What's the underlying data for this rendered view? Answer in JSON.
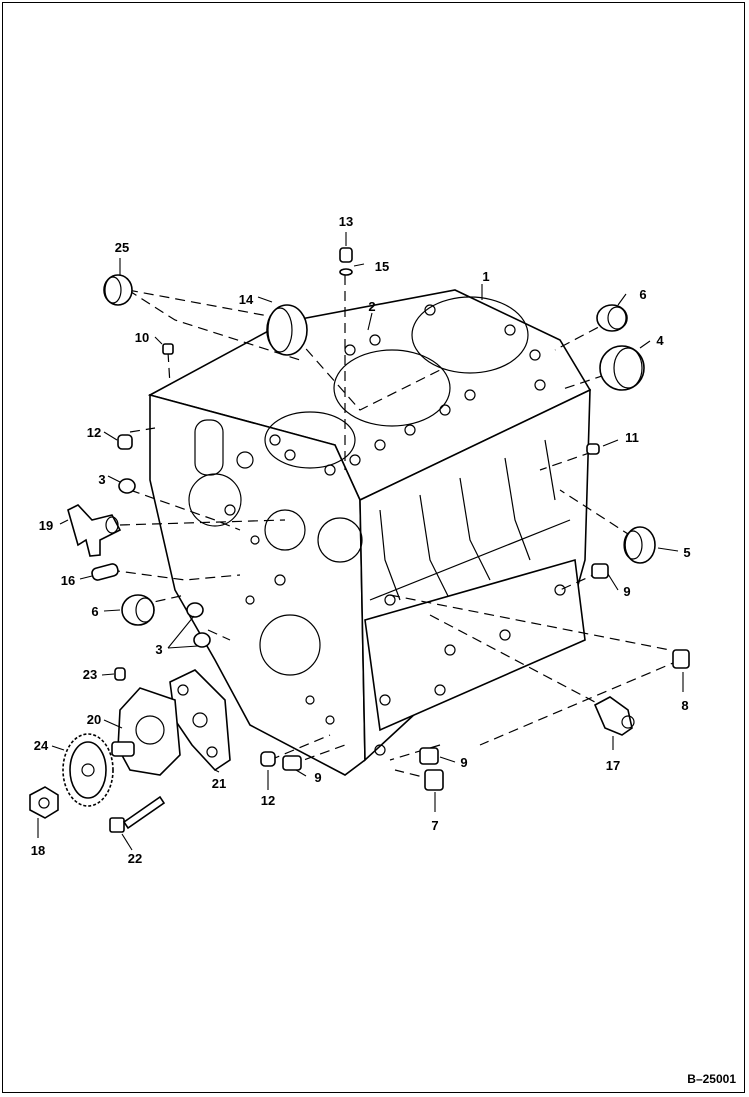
{
  "diagram": {
    "reference_code": "B–25001",
    "callouts": [
      {
        "id": "c1",
        "label": "1"
      },
      {
        "id": "c2",
        "label": "2"
      },
      {
        "id": "c3a",
        "label": "3"
      },
      {
        "id": "c3b",
        "label": "3"
      },
      {
        "id": "c4",
        "label": "4"
      },
      {
        "id": "c5",
        "label": "5"
      },
      {
        "id": "c6a",
        "label": "6"
      },
      {
        "id": "c6b",
        "label": "6"
      },
      {
        "id": "c7",
        "label": "7"
      },
      {
        "id": "c8",
        "label": "8"
      },
      {
        "id": "c9a",
        "label": "9"
      },
      {
        "id": "c9b",
        "label": "9"
      },
      {
        "id": "c9c",
        "label": "9"
      },
      {
        "id": "c10",
        "label": "10"
      },
      {
        "id": "c11",
        "label": "11"
      },
      {
        "id": "c12a",
        "label": "12"
      },
      {
        "id": "c12b",
        "label": "12"
      },
      {
        "id": "c13",
        "label": "13"
      },
      {
        "id": "c14",
        "label": "14"
      },
      {
        "id": "c15",
        "label": "15"
      },
      {
        "id": "c16",
        "label": "16"
      },
      {
        "id": "c17",
        "label": "17"
      },
      {
        "id": "c18",
        "label": "18"
      },
      {
        "id": "c19",
        "label": "19"
      },
      {
        "id": "c20",
        "label": "20"
      },
      {
        "id": "c21",
        "label": "21"
      },
      {
        "id": "c22",
        "label": "22"
      },
      {
        "id": "c23",
        "label": "23"
      },
      {
        "id": "c24",
        "label": "24"
      },
      {
        "id": "c25",
        "label": "25"
      }
    ]
  }
}
